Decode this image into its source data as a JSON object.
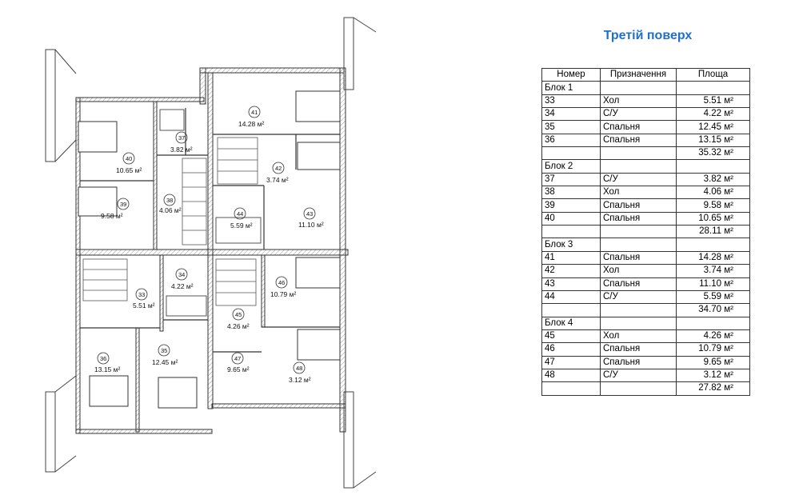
{
  "title": "Третій поверх",
  "table": {
    "headers": [
      "Номер",
      "Призначення",
      "Площа"
    ],
    "rows": [
      [
        "Блок 1",
        "",
        ""
      ],
      [
        "33",
        "Хол",
        "5.51 м²"
      ],
      [
        "34",
        "С/У",
        "4.22 м²"
      ],
      [
        "35",
        "Спальня",
        "12.45 м²"
      ],
      [
        "36",
        "Спальня",
        "13.15 м²"
      ],
      [
        "",
        "",
        "35.32 м²"
      ],
      [
        "Блок 2",
        "",
        ""
      ],
      [
        "37",
        "С/У",
        "3.82 м²"
      ],
      [
        "38",
        "Хол",
        "4.06 м²"
      ],
      [
        "39",
        "Спальня",
        "9.58 м²"
      ],
      [
        "40",
        "Спальня",
        "10.65 м²"
      ],
      [
        "",
        "",
        "28.11 м²"
      ],
      [
        "Блок 3",
        "",
        ""
      ],
      [
        "41",
        "Спальня",
        "14.28 м²"
      ],
      [
        "42",
        "Хол",
        "3.74 м²"
      ],
      [
        "43",
        "Спальня",
        "11.10 м²"
      ],
      [
        "44",
        "С/У",
        "5.59 м²"
      ],
      [
        "",
        "",
        "34.70 м²"
      ],
      [
        "Блок 4",
        "",
        ""
      ],
      [
        "45",
        "Хол",
        "4.26 м²"
      ],
      [
        "46",
        "Спальня",
        "10.79 м²"
      ],
      [
        "47",
        "Спальня",
        "9.65 м²"
      ],
      [
        "48",
        "С/У",
        "3.12 м²"
      ],
      [
        "",
        "",
        "27.82 м²"
      ]
    ]
  },
  "plan": {
    "rooms": [
      {
        "id": "33",
        "area": "5.51 м²"
      },
      {
        "id": "34",
        "area": "4.22 м²"
      },
      {
        "id": "35",
        "area": "12.45 м²"
      },
      {
        "id": "36",
        "area": "13.15 м²"
      },
      {
        "id": "37",
        "area": "3.82 м²"
      },
      {
        "id": "38",
        "area": "4.06 м²"
      },
      {
        "id": "39",
        "area": "9.58 м²"
      },
      {
        "id": "40",
        "area": "10.65 м²"
      },
      {
        "id": "41",
        "area": "14.28 м²"
      },
      {
        "id": "42",
        "area": "3.74 м²"
      },
      {
        "id": "43",
        "area": "11.10 м²"
      },
      {
        "id": "44",
        "area": "5.59 м²"
      },
      {
        "id": "45",
        "area": "4.26 м²"
      },
      {
        "id": "46",
        "area": "10.79 м²"
      },
      {
        "id": "47",
        "area": "9.65 м²"
      },
      {
        "id": "48",
        "area": "3.12 м²"
      }
    ]
  },
  "colors": {
    "title": "#1f6fd0",
    "wall": "#333333",
    "hatch": "#bdbdbd"
  }
}
